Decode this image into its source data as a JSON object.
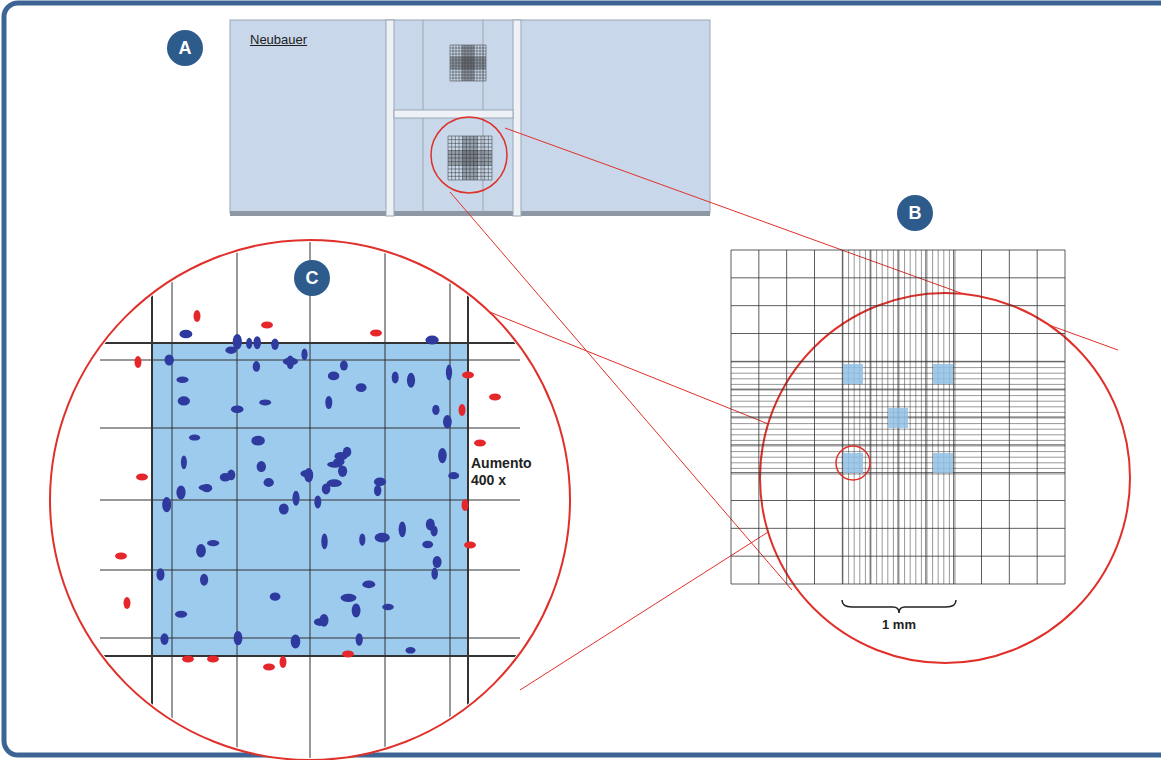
{
  "diagram": {
    "nodes": [
      {
        "text": [
          "A"
        ]
      },
      {
        "text": [
          "B"
        ]
      },
      {
        "text": [
          "C"
        ]
      }
    ],
    "labels": [
      "Neubauer",
      "Aumento 400 x",
      "1 mm"
    ]
  }
}
